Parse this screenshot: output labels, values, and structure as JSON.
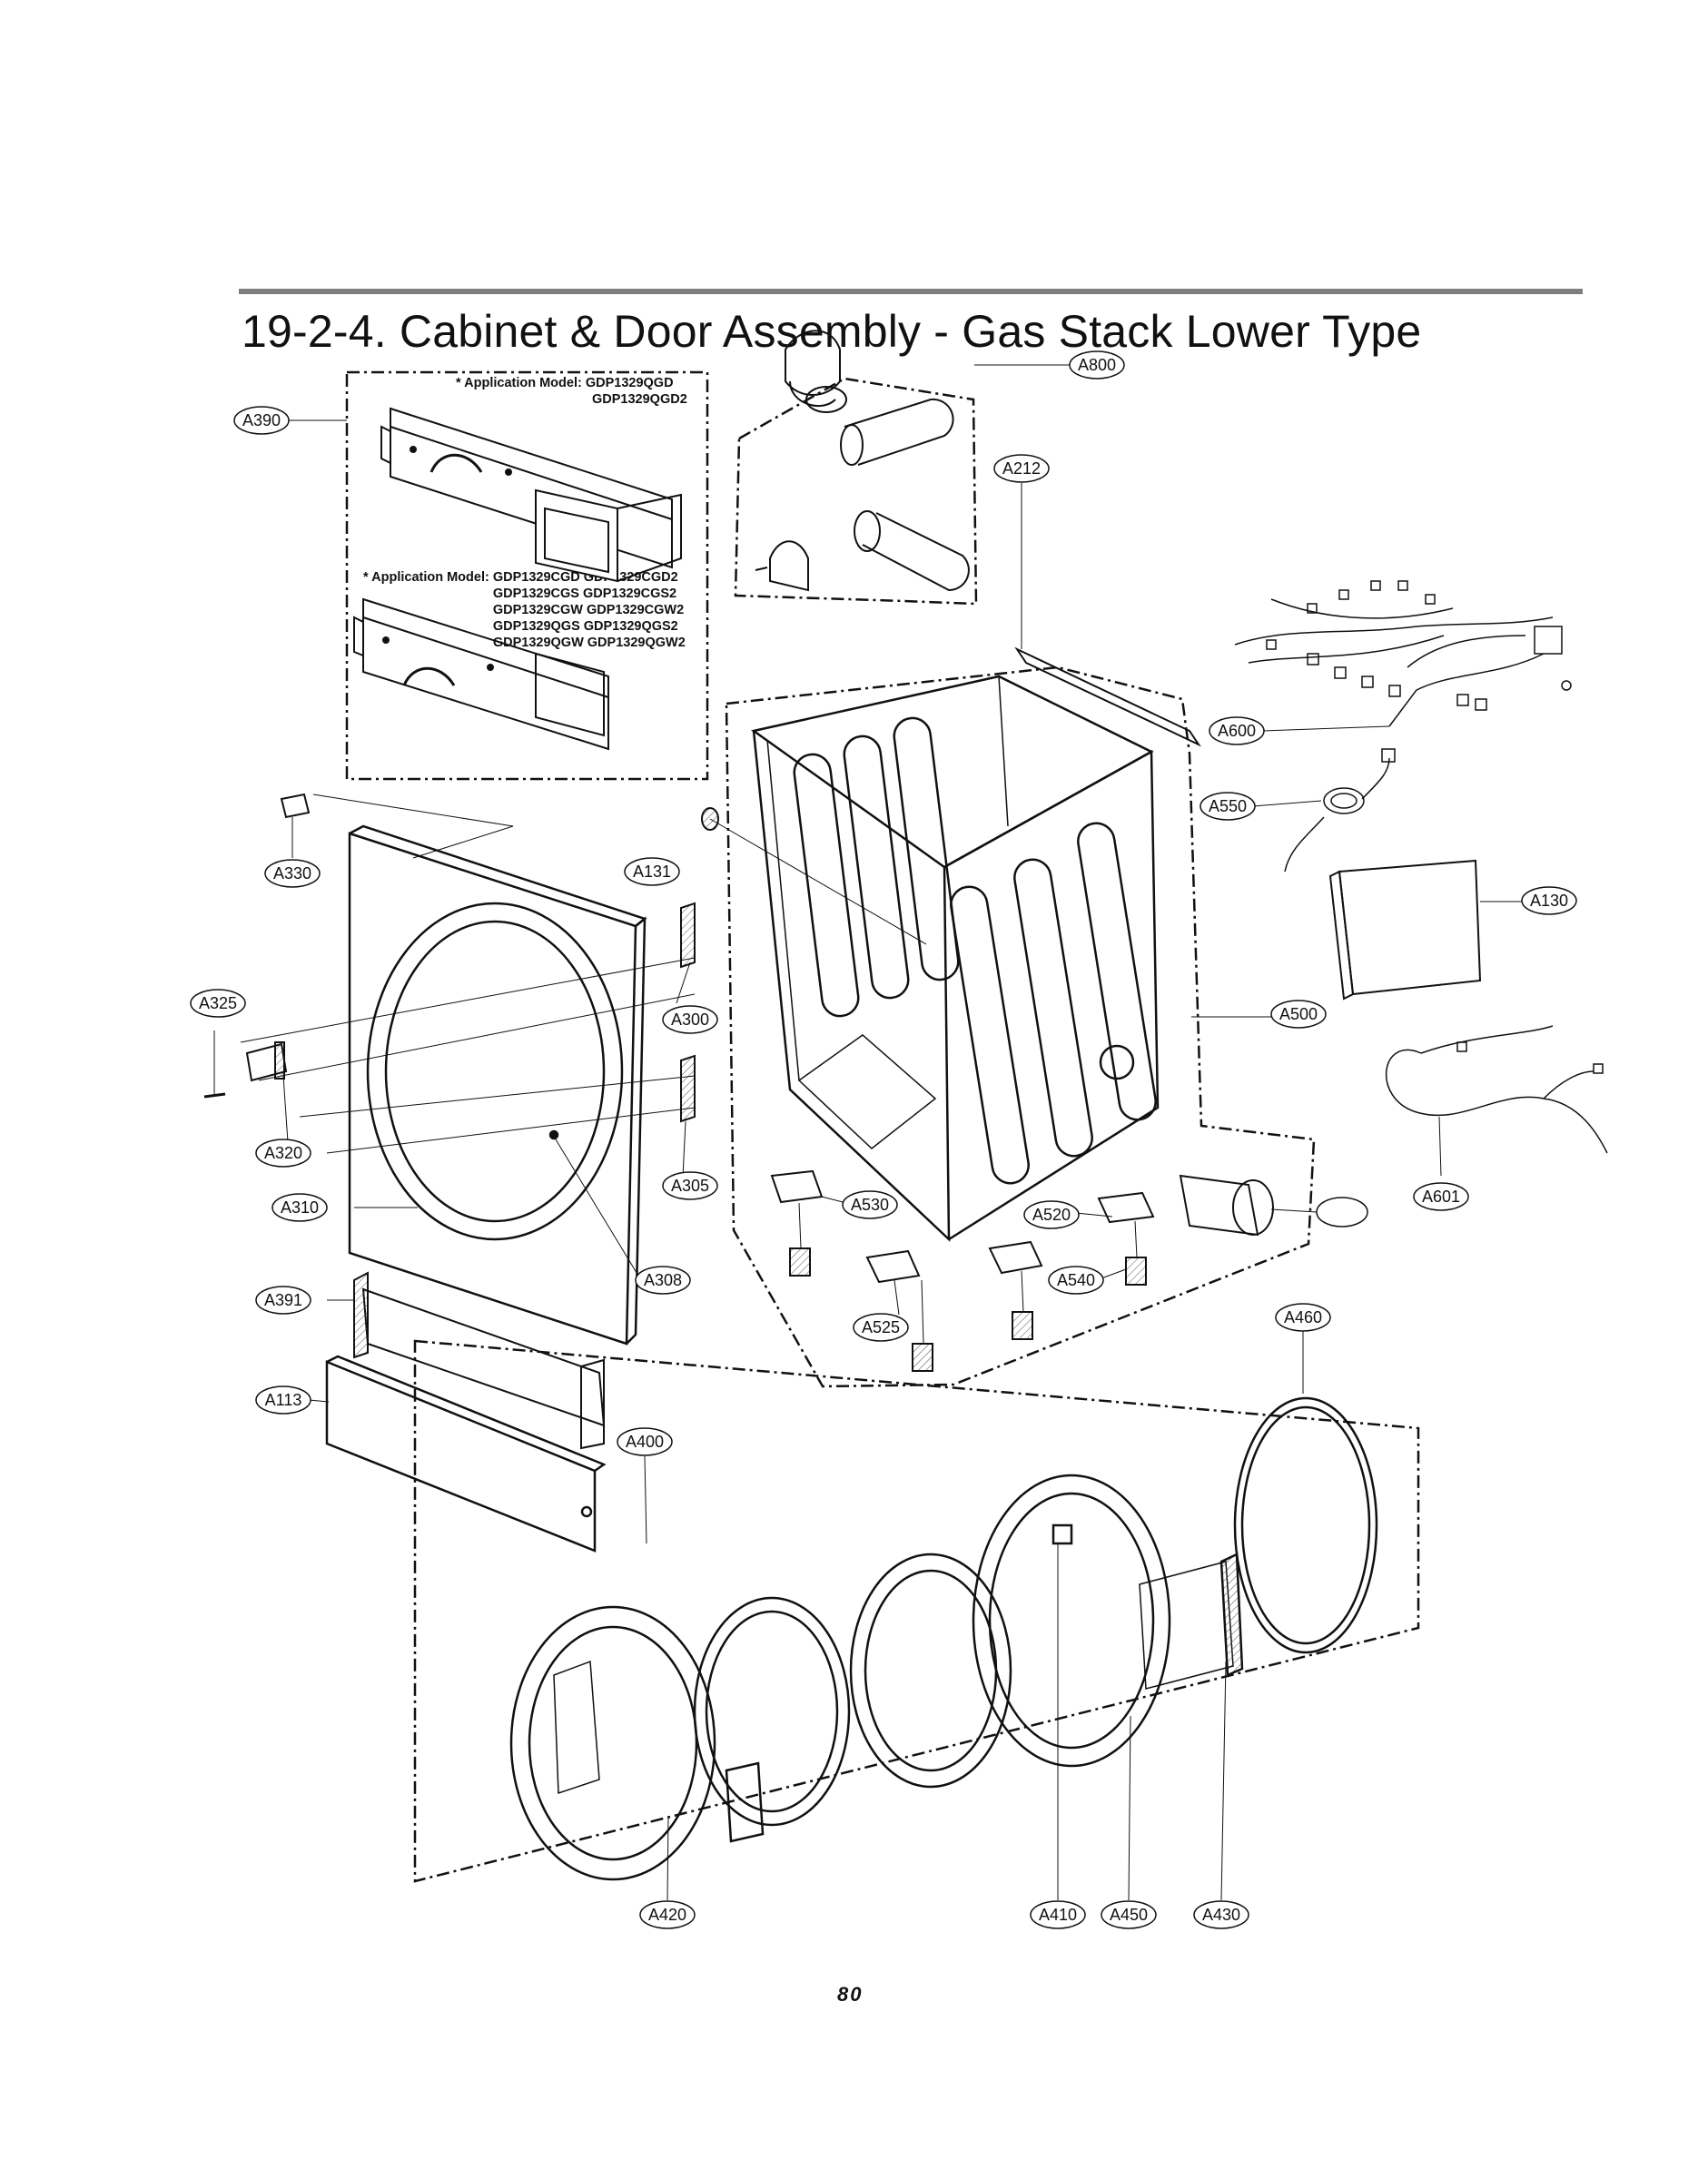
{
  "page_title": "19-2-4. Cabinet & Door Assembly - Gas Stack Lower Type",
  "page_number": "80",
  "notes": {
    "top_application": [
      "* Application Model: GDP1329QGD",
      "GDP1329QGD2"
    ],
    "bottom_application_prefix": "* Application Model:",
    "bottom_application_models": [
      "GDP1329CGD  GDP1329CGD2",
      "GDP1329CGS  GDP1329CGS2",
      "GDP1329CGW GDP1329CGW2",
      "GDP1329QGS  GDP1329QGS2",
      "GDP1329QGW GDP1329QGW2"
    ]
  },
  "parts": {
    "A390": "A390",
    "A800": "A800",
    "A212": "A212",
    "A600": "A600",
    "A550": "A550",
    "A130": "A130",
    "A330": "A330",
    "A131": "A131",
    "A325": "A325",
    "A300": "A300",
    "A500": "A500",
    "A320": "A320",
    "A305": "A305",
    "A310": "A310",
    "A530": "A530",
    "A520": "A520",
    "A601": "A601",
    "A308": "A308",
    "A540": "A540",
    "A391": "A391",
    "A525": "A525",
    "A460": "A460",
    "A113": "A113",
    "A400": "A400",
    "A420": "A420",
    "A410": "A410",
    "A450": "A450",
    "A430": "A430"
  }
}
